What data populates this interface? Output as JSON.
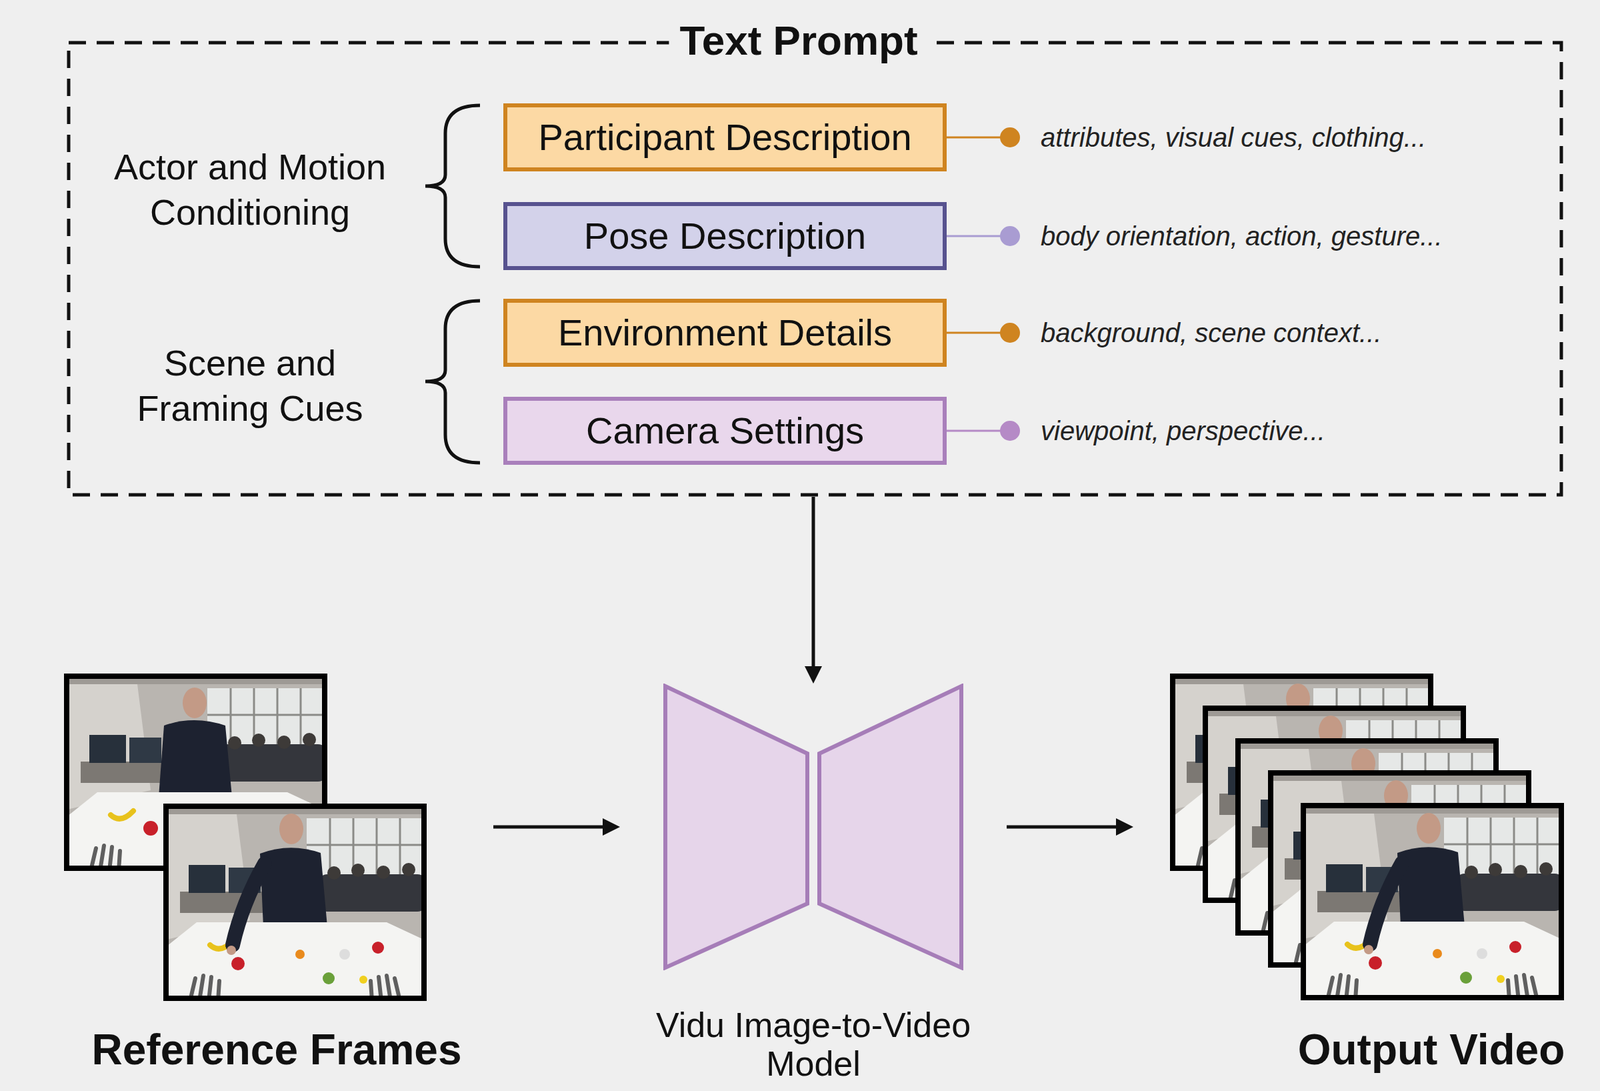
{
  "diagram": {
    "nodes": [
      {
        "text": [
          "Text Prompt"
        ]
      },
      {
        "text": [
          "Participant Description"
        ],
        "in": 0
      },
      {
        "text": [
          "Pose Description"
        ],
        "in": 0
      },
      {
        "text": [
          "Environment Details"
        ],
        "in": 0
      },
      {
        "text": [
          "Camera Settings"
        ],
        "in": 0
      },
      {
        "text": [
          "Reference Frames"
        ]
      },
      {
        "text": [
          "Vidu Image-to-Video Model"
        ]
      },
      {
        "text": [
          "Output Video"
        ]
      }
    ],
    "edges": [
      {
        "from": 0,
        "to": 6,
        "arrow": "to"
      },
      {
        "from": 5,
        "to": 6,
        "arrow": "to"
      },
      {
        "from": 6,
        "to": 7,
        "arrow": "to"
      }
    ],
    "labels": [
      "Actor and Motion Conditioning",
      "attributes, visual cues, clothing...",
      "body orientation, action, gesture...",
      "Scene and Framing Cues",
      "background, scene context...",
      "viewpoint, perspective..."
    ]
  }
}
